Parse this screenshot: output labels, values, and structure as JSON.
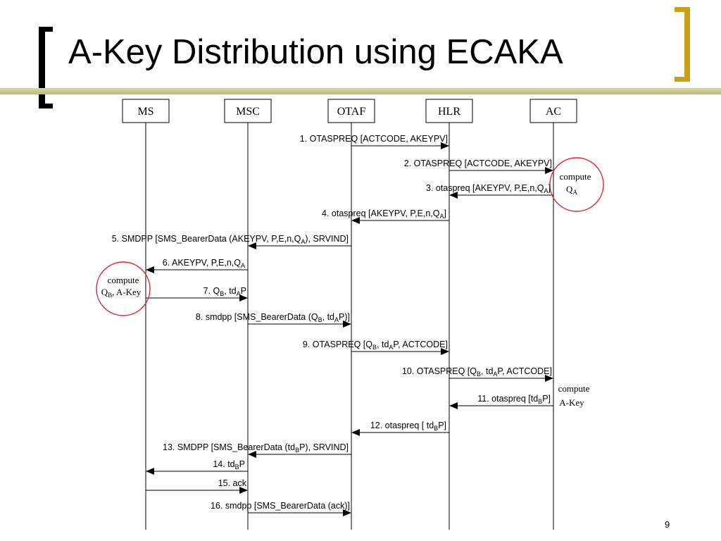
{
  "slide": {
    "title": "A-Key Distribution using ECAKA",
    "page_number": "9"
  },
  "entities": [
    "MS",
    "MSC",
    "OTAF",
    "HLR",
    "AC"
  ],
  "notes": {
    "ac_compute": [
      "compute",
      "Q",
      "A"
    ],
    "ms_compute": [
      "compute",
      "Q",
      "B",
      ", A-Key"
    ],
    "ac_akey": [
      "compute",
      "A-Key"
    ]
  },
  "messages": [
    {
      "n": "1",
      "from": "OTAF",
      "to": "HLR",
      "label": [
        "1. OTASPREQ [ACTCODE, AKEYPV]"
      ]
    },
    {
      "n": "2",
      "from": "HLR",
      "to": "AC",
      "label": [
        "2. OTASPREQ [ACTCODE, AKEYPV]"
      ]
    },
    {
      "n": "3",
      "from": "AC",
      "to": "HLR",
      "label": [
        "3. otaspreq [AKEYPV, P,E,n,Q",
        "A",
        "]"
      ]
    },
    {
      "n": "4",
      "from": "HLR",
      "to": "OTAF",
      "label": [
        "4. otaspreq [AKEYPV, P,E,n,Q",
        "A",
        "]"
      ]
    },
    {
      "n": "5",
      "from": "OTAF",
      "to": "MSC",
      "label": [
        "5. SMDPP [SMS_BearerData (AKEYPV, P,E,n,Q",
        "A",
        "), SRVIND]"
      ]
    },
    {
      "n": "6",
      "from": "MSC",
      "to": "MS",
      "label": [
        "6. AKEYPV, P,E,n,Q",
        "A",
        ""
      ]
    },
    {
      "n": "7",
      "from": "MS",
      "to": "MSC",
      "label": [
        "7. Q",
        "B",
        ", td",
        "A",
        "P"
      ]
    },
    {
      "n": "8",
      "from": "MSC",
      "to": "OTAF",
      "label": [
        "8. smdpp [SMS_BearerData (Q",
        "B",
        ", td",
        "A",
        "P)]"
      ]
    },
    {
      "n": "9",
      "from": "OTAF",
      "to": "HLR",
      "label": [
        "9. OTASPREQ [Q",
        "B",
        ", td",
        "A",
        "P, ACTCODE]"
      ]
    },
    {
      "n": "10",
      "from": "HLR",
      "to": "AC",
      "label": [
        "10. OTASPREQ [Q",
        "B",
        ", td",
        "A",
        "P, ACTCODE]"
      ]
    },
    {
      "n": "11",
      "from": "AC",
      "to": "HLR",
      "label": [
        "11. otaspreq [td",
        "B",
        "P]"
      ]
    },
    {
      "n": "12",
      "from": "HLR",
      "to": "OTAF",
      "label": [
        "12. otaspreq [ td",
        "B",
        "P]"
      ]
    },
    {
      "n": "13",
      "from": "OTAF",
      "to": "MSC",
      "label": [
        "13. SMDPP [SMS_BearerData (td",
        "B",
        "P), SRVIND]"
      ]
    },
    {
      "n": "14",
      "from": "MSC",
      "to": "MS",
      "label": [
        "14. td",
        "B",
        "P"
      ]
    },
    {
      "n": "15",
      "from": "MS",
      "to": "MSC",
      "label": [
        "15. ack"
      ]
    },
    {
      "n": "16",
      "from": "MSC",
      "to": "OTAF",
      "label": [
        "16. smdpp [SMS_BearerData (ack)]"
      ]
    }
  ]
}
